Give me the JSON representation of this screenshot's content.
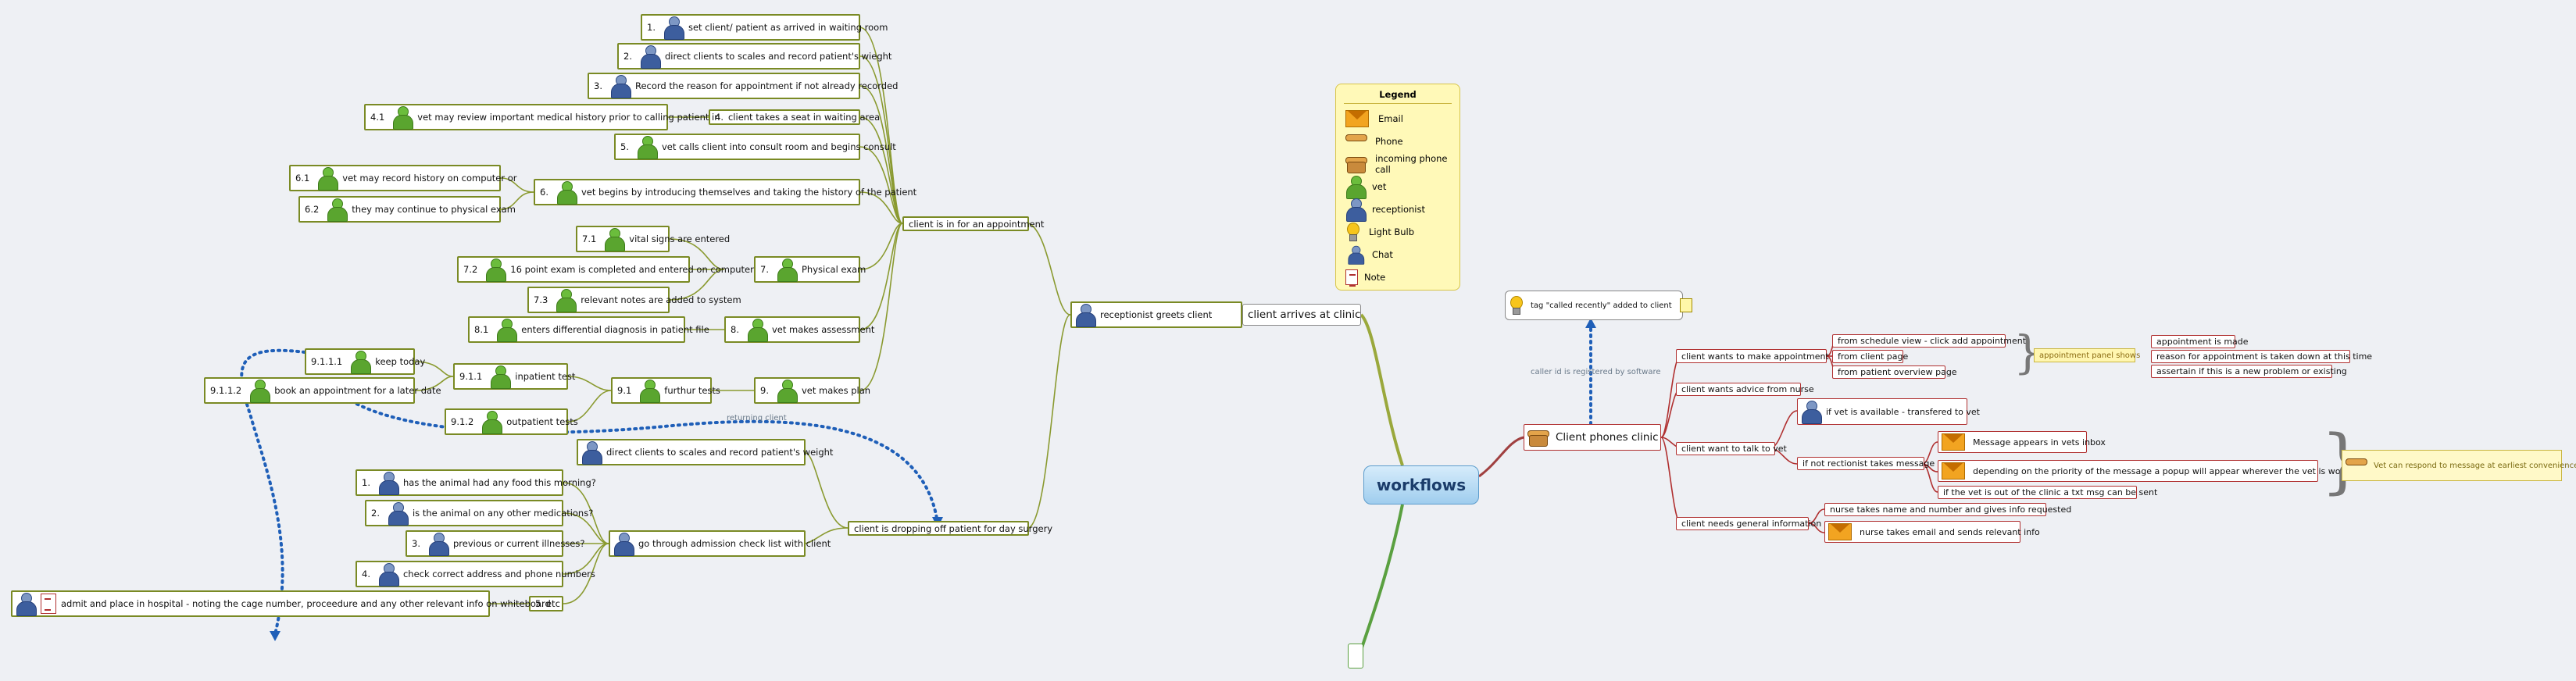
{
  "central_topic": "workflows",
  "legend": {
    "title": "Legend",
    "items": [
      {
        "label": "Email",
        "icon": "envelope-icon"
      },
      {
        "label": "Phone",
        "icon": "phone-icon"
      },
      {
        "label": "incoming phone call",
        "icon": "incoming-phone-icon"
      },
      {
        "label": "vet",
        "icon": "vet-person-icon"
      },
      {
        "label": "receptionist",
        "icon": "receptionist-person-icon"
      },
      {
        "label": "Light Bulb",
        "icon": "light-bulb-icon"
      },
      {
        "label": "Chat",
        "icon": "chat-icon"
      },
      {
        "label": "Note",
        "icon": "note-icon"
      }
    ]
  },
  "left": {
    "arrives": "client arrives at clinic",
    "greets": "receptionist greets client",
    "appointment": "client is in for an appointment",
    "surgery": "client is dropping off patient for day surgery",
    "steps": [
      {
        "num": "1.",
        "text": "set client/ patient as arrived in waiting room"
      },
      {
        "num": "2.",
        "text": "direct clients to scales and record patient's wieght"
      },
      {
        "num": "3.",
        "text": "Record the reason for appointment if not already recorded"
      },
      {
        "num": "4.",
        "text": "client takes a seat in waiting area"
      },
      {
        "num": "4.1",
        "text": "vet may review important medical history prior to calling patient in"
      },
      {
        "num": "5.",
        "text": "vet calls client into consult room and begins consult"
      },
      {
        "num": "6.",
        "text": "vet begins by introducing themselves and taking the history of the patient"
      },
      {
        "num": "6.1",
        "text": "vet may record history on computer or"
      },
      {
        "num": "6.2",
        "text": "they may continue to physical exam"
      },
      {
        "num": "7.",
        "text": "Physical exam"
      },
      {
        "num": "7.1",
        "text": "vital signs are entered"
      },
      {
        "num": "7.2",
        "text": "16 point exam is completed and entered on computer"
      },
      {
        "num": "7.3",
        "text": "relevant notes are added to system"
      },
      {
        "num": "8.",
        "text": "vet makes assessment"
      },
      {
        "num": "8.1",
        "text": "enters differential diagnosis in patient file"
      },
      {
        "num": "9.",
        "text": "vet makes plan"
      },
      {
        "num": "9.1",
        "text": "furthur tests"
      },
      {
        "num": "9.1.1",
        "text": "inpatient test"
      },
      {
        "num": "9.1.2",
        "text": "outpatient tests"
      },
      {
        "num": "9.1.1.1",
        "text": "keep today"
      },
      {
        "num": "9.1.1.2",
        "text": "book an appointment for a later date"
      }
    ],
    "surgery_steps": {
      "scales": "direct clients to scales and record patient's weight",
      "checklist": "go through admission check list with client",
      "q1": {
        "num": "1.",
        "text": "has the animal had any food this morning?"
      },
      "q2": {
        "num": "2.",
        "text": "is the animal on any other medications?"
      },
      "q3": {
        "num": "3.",
        "text": "previous or current illnesses?"
      },
      "q4": {
        "num": "4.",
        "text": "check correct address and phone numbers"
      },
      "q5": {
        "num": "5.",
        "text": "etc"
      },
      "admit": "admit and place in hospital - noting the cage number, proceedure and any other relevant info on whiteboard"
    },
    "returning_label": "returning client"
  },
  "right": {
    "phones": "Client phones clinic",
    "caller_id": "caller id is registered by software",
    "tag": "tag \"called recently\" added to client",
    "make_appt": "client wants to make appointment",
    "appt_opts": [
      "from schedule view - click add appointment",
      "from client page",
      "from patient overview page"
    ],
    "panel_shows": "appointment panel shows",
    "panel_items": [
      "appointment is made",
      "reason for appointment is taken down at this time",
      "assertain if this is a new problem  or existing"
    ],
    "advice": "client wants advice from nurse",
    "talk_vet": "client want to talk to vet",
    "vet_available": "if vet is available - transfered to vet",
    "not_available": "if not rectionist takes message",
    "msg_items": [
      "Message appears in vets inbox",
      "depending on the priority of the message a popup will appear wherever the vet is working",
      "if the vet is out of the clinic a txt msg can be sent"
    ],
    "vet_respond": "Vet can respond to message at earliest convenience",
    "general": "client needs general information",
    "gen_items": [
      "nurse takes name and number and gives info requested",
      "nurse takes email and sends relevant info"
    ]
  }
}
